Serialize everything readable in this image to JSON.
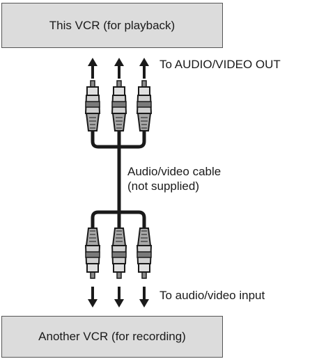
{
  "source_device": {
    "label": "This VCR (for playback)"
  },
  "destination_device": {
    "label": "Another VCR (for recording)"
  },
  "annotations": {
    "output_label": "To AUDIO/VIDEO OUT",
    "cable_label_line1": "Audio/video cable",
    "cable_label_line2": "(not supplied)",
    "input_label": "To audio/video input"
  },
  "colors": {
    "box_fill": "#dcdcdc",
    "box_border": "#555555",
    "ink": "#1a1a1a",
    "plug_light": "#cfcfcf",
    "plug_mid": "#8a8a8a"
  }
}
